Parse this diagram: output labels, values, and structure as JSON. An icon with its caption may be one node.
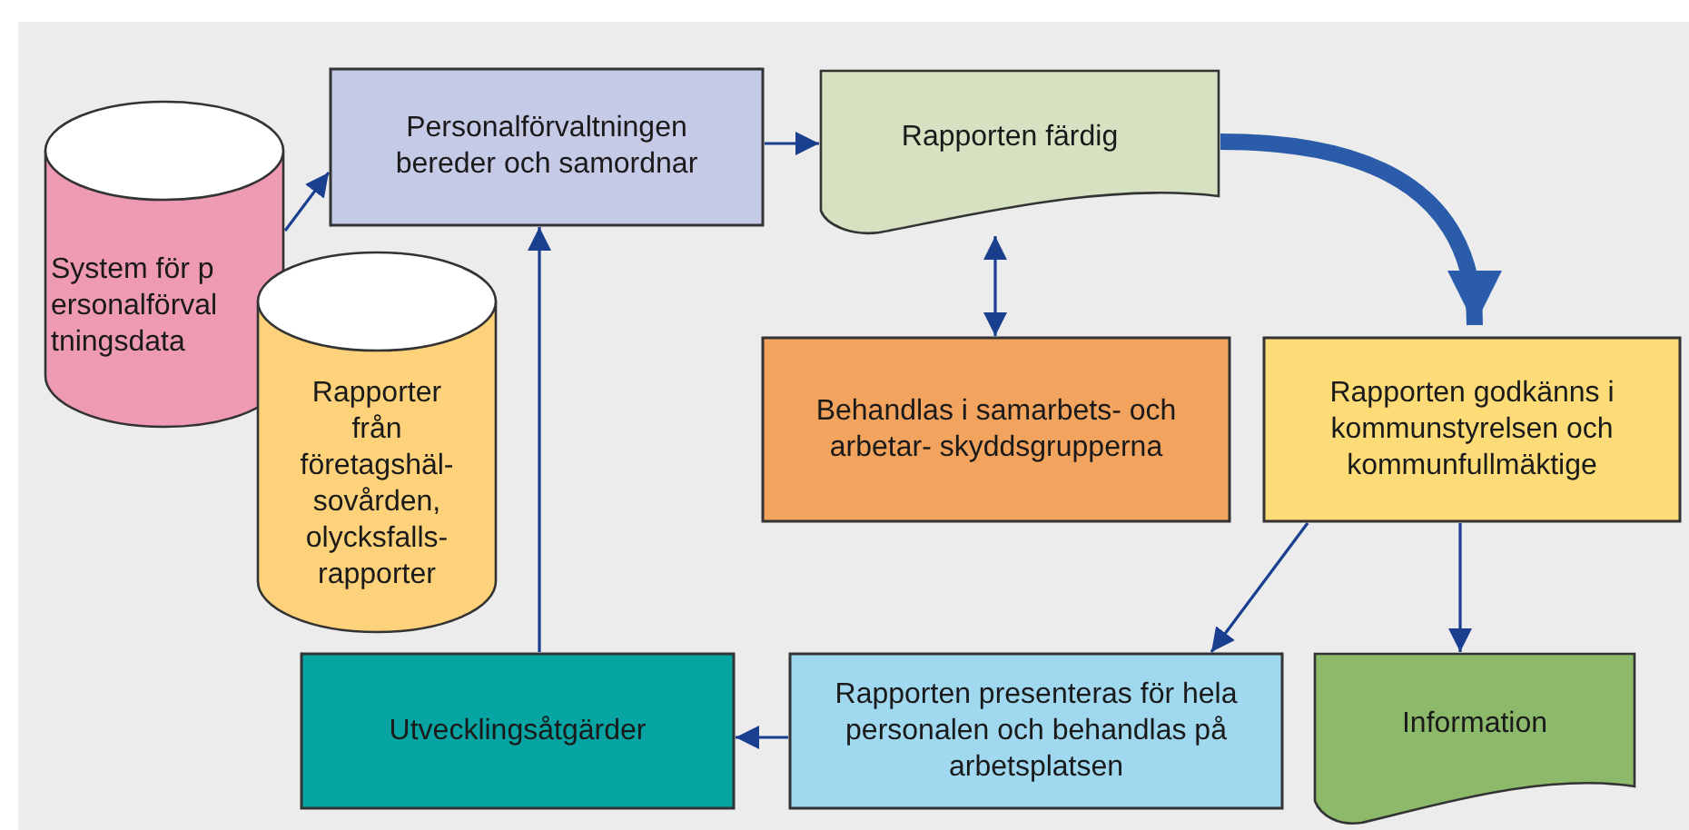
{
  "diagram": {
    "nodes": [
      {
        "text": [
          "Personalförvaltningen bereder och samordnar"
        ]
      },
      {
        "text": [
          "System för personalförvaltningsdata"
        ]
      },
      {
        "text": [
          "Rapporter från företagshäl- sovården, olycksfalls- rapporter"
        ]
      },
      {
        "text": [
          "Rapporten färdig"
        ]
      },
      {
        "text": [
          "Behandlas i samarbets- och arbetar- skyddsgrupperna"
        ]
      },
      {
        "text": [
          "Rapporten godkänns i kommunstyrelsen och kommunfullmäktige"
        ]
      },
      {
        "text": [
          "Utvecklingsåtgärder"
        ]
      },
      {
        "text": [
          "Rapporten presenteras för hela personalen och behandlas på arbetsplatsen"
        ]
      },
      {
        "text": [
          "Information"
        ]
      }
    ],
    "edges": [
      {
        "from": 1,
        "to": 0,
        "arrow": "to"
      },
      {
        "from": 0,
        "to": 3,
        "arrow": "to"
      },
      {
        "from": 3,
        "to": 4,
        "arrow": "both"
      },
      {
        "from": 3,
        "to": 5,
        "arrow": "to",
        "style": "thick",
        "color": "#2a5caa"
      },
      {
        "from": 5,
        "to": 7,
        "arrow": "to"
      },
      {
        "from": 5,
        "to": 8,
        "arrow": "to"
      },
      {
        "from": 7,
        "to": 6,
        "arrow": "to"
      },
      {
        "from": 6,
        "to": 0,
        "arrow": "to"
      }
    ]
  }
}
